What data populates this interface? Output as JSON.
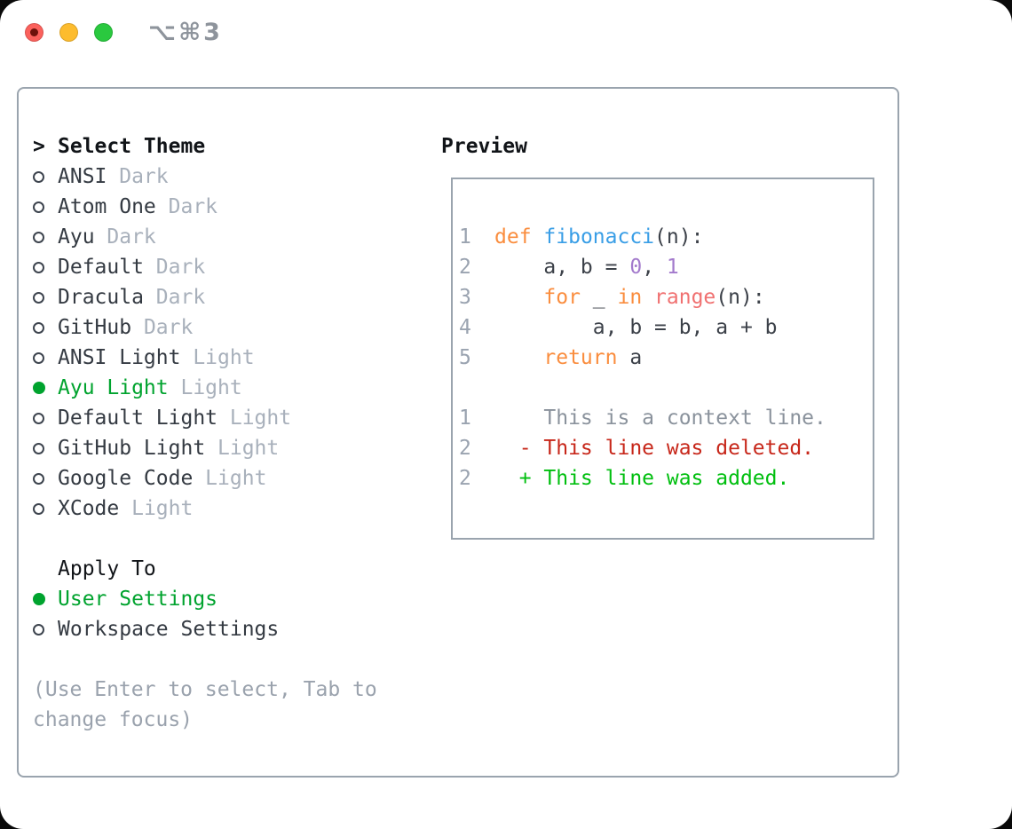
{
  "window": {
    "title": "⌥⌘3",
    "traffic_lights": [
      "close",
      "minimize",
      "zoom"
    ]
  },
  "theme_panel": {
    "header_prefix": ">",
    "header": "Select Theme",
    "items": [
      {
        "name": "ANSI",
        "tag": "Dark",
        "selected": false
      },
      {
        "name": "Atom One",
        "tag": "Dark",
        "selected": false
      },
      {
        "name": "Ayu",
        "tag": "Dark",
        "selected": false
      },
      {
        "name": "Default",
        "tag": "Dark",
        "selected": false
      },
      {
        "name": "Dracula",
        "tag": "Dark",
        "selected": false
      },
      {
        "name": "GitHub",
        "tag": "Dark",
        "selected": false
      },
      {
        "name": "ANSI Light",
        "tag": "Light",
        "selected": false
      },
      {
        "name": "Ayu Light",
        "tag": "Light",
        "selected": true
      },
      {
        "name": "Default Light",
        "tag": "Light",
        "selected": false
      },
      {
        "name": "GitHub Light",
        "tag": "Light",
        "selected": false
      },
      {
        "name": "Google Code",
        "tag": "Light",
        "selected": false
      },
      {
        "name": "XCode",
        "tag": "Light",
        "selected": false
      }
    ]
  },
  "apply_panel": {
    "header": "Apply To",
    "options": [
      {
        "name": "User Settings",
        "selected": true
      },
      {
        "name": "Workspace Settings",
        "selected": false
      }
    ]
  },
  "help_text": [
    "(Use Enter to select, Tab to",
    "change focus)"
  ],
  "preview": {
    "heading": "Preview",
    "lines": [
      {
        "num": "1",
        "segments": [
          {
            "t": "def",
            "c": "keyword"
          },
          {
            "t": " ",
            "c": "plain"
          },
          {
            "t": "fibonacci",
            "c": "function"
          },
          {
            "t": "(n):",
            "c": "plain"
          }
        ]
      },
      {
        "num": "2",
        "segments": [
          {
            "t": "    a, b = ",
            "c": "plain"
          },
          {
            "t": "0",
            "c": "number"
          },
          {
            "t": ", ",
            "c": "plain"
          },
          {
            "t": "1",
            "c": "number"
          }
        ]
      },
      {
        "num": "3",
        "segments": [
          {
            "t": "    ",
            "c": "plain"
          },
          {
            "t": "for",
            "c": "keyword"
          },
          {
            "t": " _ ",
            "c": "plain"
          },
          {
            "t": "in",
            "c": "keyword"
          },
          {
            "t": " ",
            "c": "plain"
          },
          {
            "t": "range",
            "c": "builtin"
          },
          {
            "t": "(n):",
            "c": "plain"
          }
        ]
      },
      {
        "num": "4",
        "segments": [
          {
            "t": "        a, b = b, a + b",
            "c": "plain"
          }
        ]
      },
      {
        "num": "5",
        "segments": [
          {
            "t": "    ",
            "c": "plain"
          },
          {
            "t": "return",
            "c": "keyword"
          },
          {
            "t": " a",
            "c": "plain"
          }
        ]
      },
      {
        "num": "",
        "segments": []
      },
      {
        "num": "1",
        "segments": [
          {
            "t": "    This is a context line.",
            "c": "context"
          }
        ]
      },
      {
        "num": "2",
        "segments": [
          {
            "t": "  - This line was deleted.",
            "c": "deleted"
          }
        ]
      },
      {
        "num": "2",
        "segments": [
          {
            "t": "  + This line was added.",
            "c": "added"
          }
        ]
      }
    ]
  },
  "colors": {
    "accent_green": "#00a32e",
    "panel_border": "#9aa4ae",
    "list_text": "#343a42",
    "list_tag": "#a8b0bb",
    "muted_help": "#9aa2ad",
    "syntax": {
      "keyword": "#fa8d3e",
      "function": "#399ee6",
      "number": "#a37acc",
      "builtin": "#f07171",
      "plain": "#3c4149",
      "line_number": "#9aa3b0"
    },
    "diff": {
      "context": "#8a929c",
      "deleted": "#c7271a",
      "added": "#00bf0f"
    },
    "traffic_lights": {
      "red": "#fb615c",
      "yellow": "#fdbc2e",
      "green": "#2ac93f"
    }
  }
}
